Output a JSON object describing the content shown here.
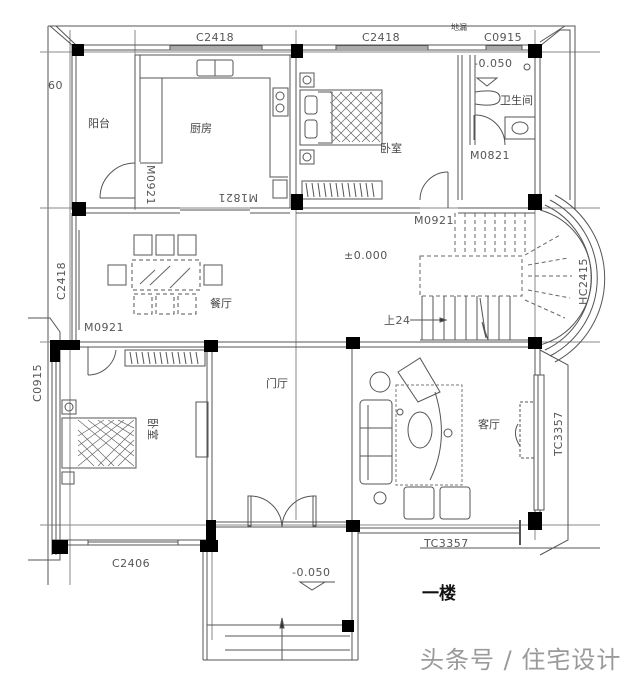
{
  "drawing": {
    "title": "一楼",
    "watermark": "头条号 / 住宅设计"
  },
  "rooms": {
    "balcony": "阳台",
    "kitchen": "厨房",
    "bedroom_north": "卧室",
    "bathroom": "卫生间",
    "dining": "餐厅",
    "foyer": "门厅",
    "bedroom_south": "卧室",
    "living": "客厅"
  },
  "windows": {
    "kitchen_north": "C2418",
    "bedroom_north": "C2418",
    "bathroom_north": "C0915",
    "dining_west": "C2418",
    "bedroom_south_west": "C0915",
    "bedroom_south_south": "C2406",
    "living_east": "TC3357",
    "living_south": "TC3357",
    "stair_bay": "HC2415",
    "balcony_partial": "60"
  },
  "doors": {
    "kitchen_south": "M1821",
    "kitchen_west": "M0921",
    "bathroom": "M0821",
    "bedroom_north": "M0921",
    "bedroom_south": "M0921"
  },
  "levels": {
    "bathroom": "-0.050",
    "main": "±0.000",
    "entry_porch": "-0.050"
  },
  "annotations": {
    "bath_drain": "地漏",
    "stair_up": "上24"
  }
}
